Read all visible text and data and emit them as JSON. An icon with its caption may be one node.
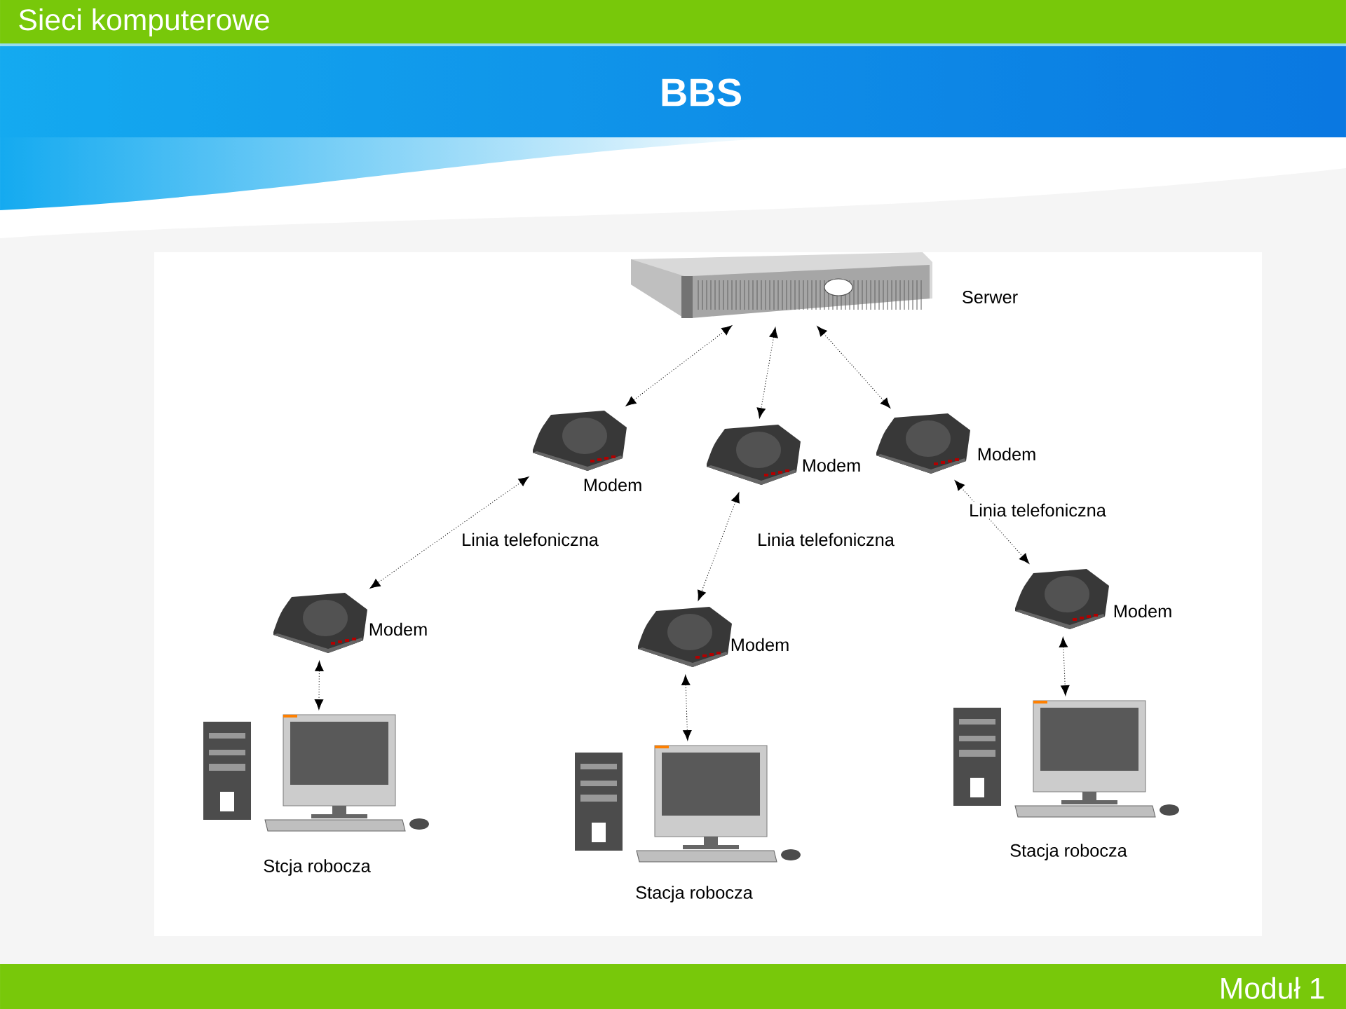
{
  "diagram": {
    "title": "BBS",
    "nodes": [
      {
        "text": [
          "Serwer"
        ]
      },
      {
        "text": [
          "Modem"
        ]
      },
      {
        "text": [
          "Modem"
        ]
      },
      {
        "text": [
          "Modem"
        ]
      },
      {
        "text": [
          "Modem"
        ]
      },
      {
        "text": [
          "Modem"
        ]
      },
      {
        "text": [
          "Modem"
        ]
      },
      {
        "text": [
          "Stcja robocza"
        ]
      },
      {
        "text": [
          "Stacja robocza"
        ]
      },
      {
        "text": [
          "Stacja robocza"
        ]
      }
    ],
    "edges": [
      {
        "from": 0,
        "to": 1,
        "arrow": "both"
      },
      {
        "from": 0,
        "to": 2,
        "arrow": "both"
      },
      {
        "from": 0,
        "to": 3,
        "arrow": "both"
      },
      {
        "from": 1,
        "to": 4,
        "arrow": "both",
        "label": "Linia telefoniczna"
      },
      {
        "from": 2,
        "to": 5,
        "arrow": "both",
        "label": "Linia telefoniczna"
      },
      {
        "from": 3,
        "to": 6,
        "arrow": "both",
        "label": "Linia telefoniczna"
      },
      {
        "from": 4,
        "to": 7,
        "arrow": "both"
      },
      {
        "from": 5,
        "to": 8,
        "arrow": "both"
      },
      {
        "from": 6,
        "to": 9,
        "arrow": "both"
      }
    ],
    "labels": [
      "Sieci komputerowe",
      "Moduł 1"
    ]
  }
}
